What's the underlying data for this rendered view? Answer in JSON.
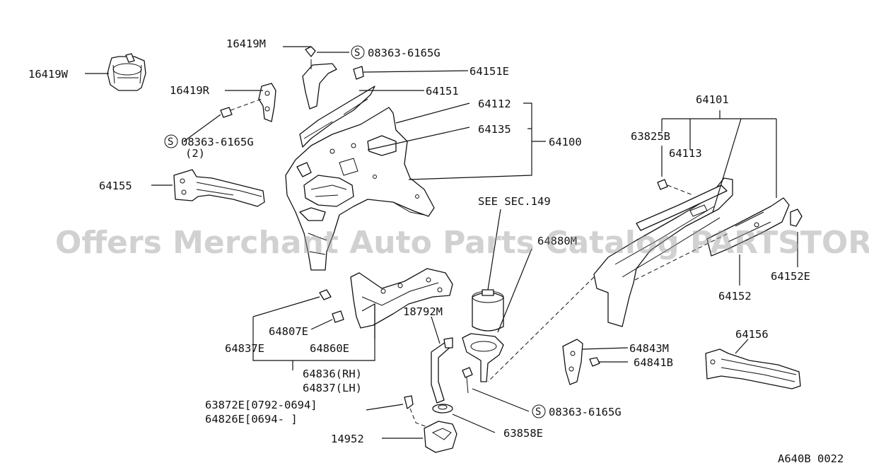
{
  "watermark": "Offers Merchant Auto Parts Catalog PARTSTORE.SA",
  "diagram_code": "A640B 0022",
  "labels": {
    "p16419M": "16419M",
    "p08363_top": "08363-6165G",
    "p64151E": "64151E",
    "p16419W": "16419W",
    "p16419R": "16419R",
    "p64151": "64151",
    "p64112": "64112",
    "p08363_mid": "08363-6165G",
    "qty2": "(2)",
    "p64135": "64135",
    "p64100": "64100",
    "p64155": "64155",
    "p64101": "64101",
    "p63825B": "63825B",
    "p64113": "64113",
    "see_sec": "SEE SEC.149",
    "p64880M": "64880M",
    "p64152": "64152",
    "p64152E": "64152E",
    "p18792M": "18792M",
    "p64807E": "64807E",
    "p64837E": "64837E",
    "p64860E": "64860E",
    "p64836": "64836(RH)",
    "p64837": "64837(LH)",
    "p63872E": "63872E[0792-0694]",
    "p64826E": "64826E[0694-      ]",
    "p14952": "14952",
    "p63858E": "63858E",
    "p08363_bot": "08363-6165G",
    "p64843M": "64843M",
    "p64841B": "64841B",
    "p64156": "64156",
    "s_symbol": "S"
  }
}
